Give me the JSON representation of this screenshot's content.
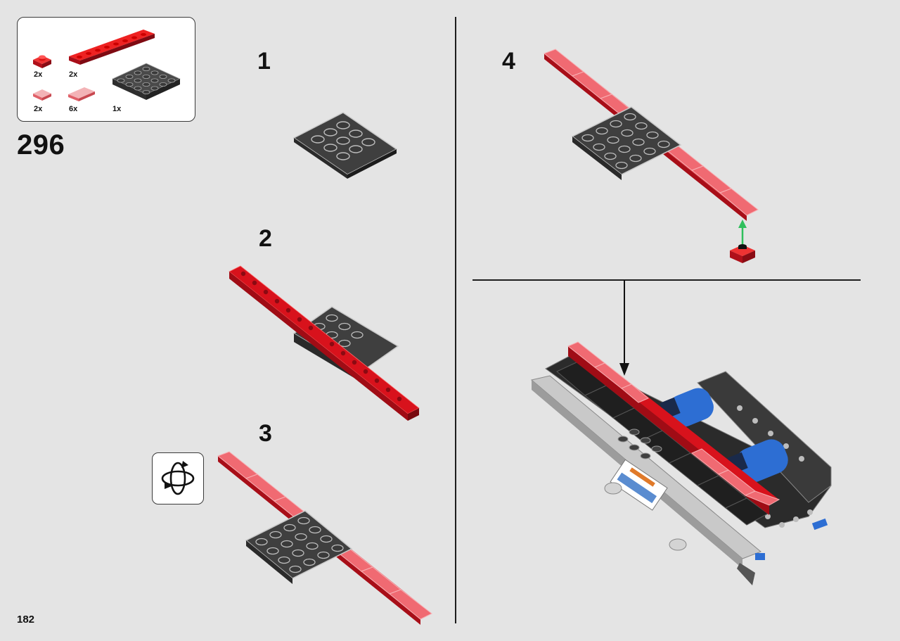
{
  "page_number": "182",
  "build_step": "296",
  "parts_list": [
    {
      "qty": "2x",
      "part": "red-plate-1x1-icon"
    },
    {
      "qty": "2x",
      "part": "red-plate-1x8-icon"
    },
    {
      "qty": "2x",
      "part": "trans-red-tile-1x1-icon"
    },
    {
      "qty": "6x",
      "part": "trans-red-tile-1x2-icon"
    },
    {
      "qty": "1x",
      "part": "dark-gray-plate-4x4-icon"
    }
  ],
  "substeps": [
    {
      "number": "1"
    },
    {
      "number": "2"
    },
    {
      "number": "3"
    },
    {
      "number": "4"
    }
  ],
  "colors": {
    "red": "#c8101a",
    "trans_red": "#e8555c",
    "dark_gray": "#3c3c3c",
    "light_gray": "#a5a5a5",
    "blue": "#2d6ed3",
    "arrow_green": "#2fbf5c"
  }
}
